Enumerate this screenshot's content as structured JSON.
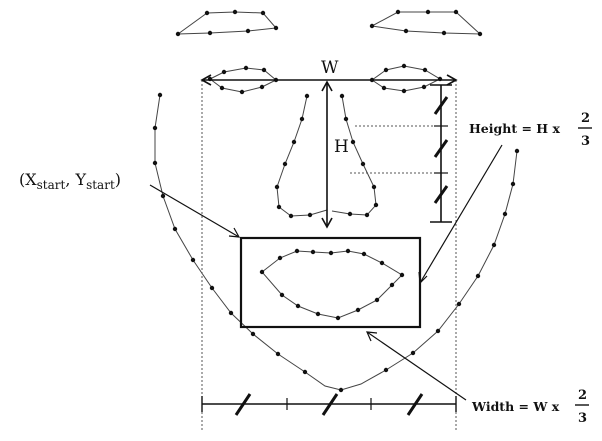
{
  "labels": {
    "w": "W",
    "h": "H",
    "start_open": "(X",
    "start_sub_x": "start",
    "start_mid": ", Y",
    "start_sub_y": "start",
    "start_close": ")",
    "height_prefix": "Height = H x",
    "width_prefix": "Width = W x",
    "fraction_num": "2",
    "fraction_den": "3"
  }
}
